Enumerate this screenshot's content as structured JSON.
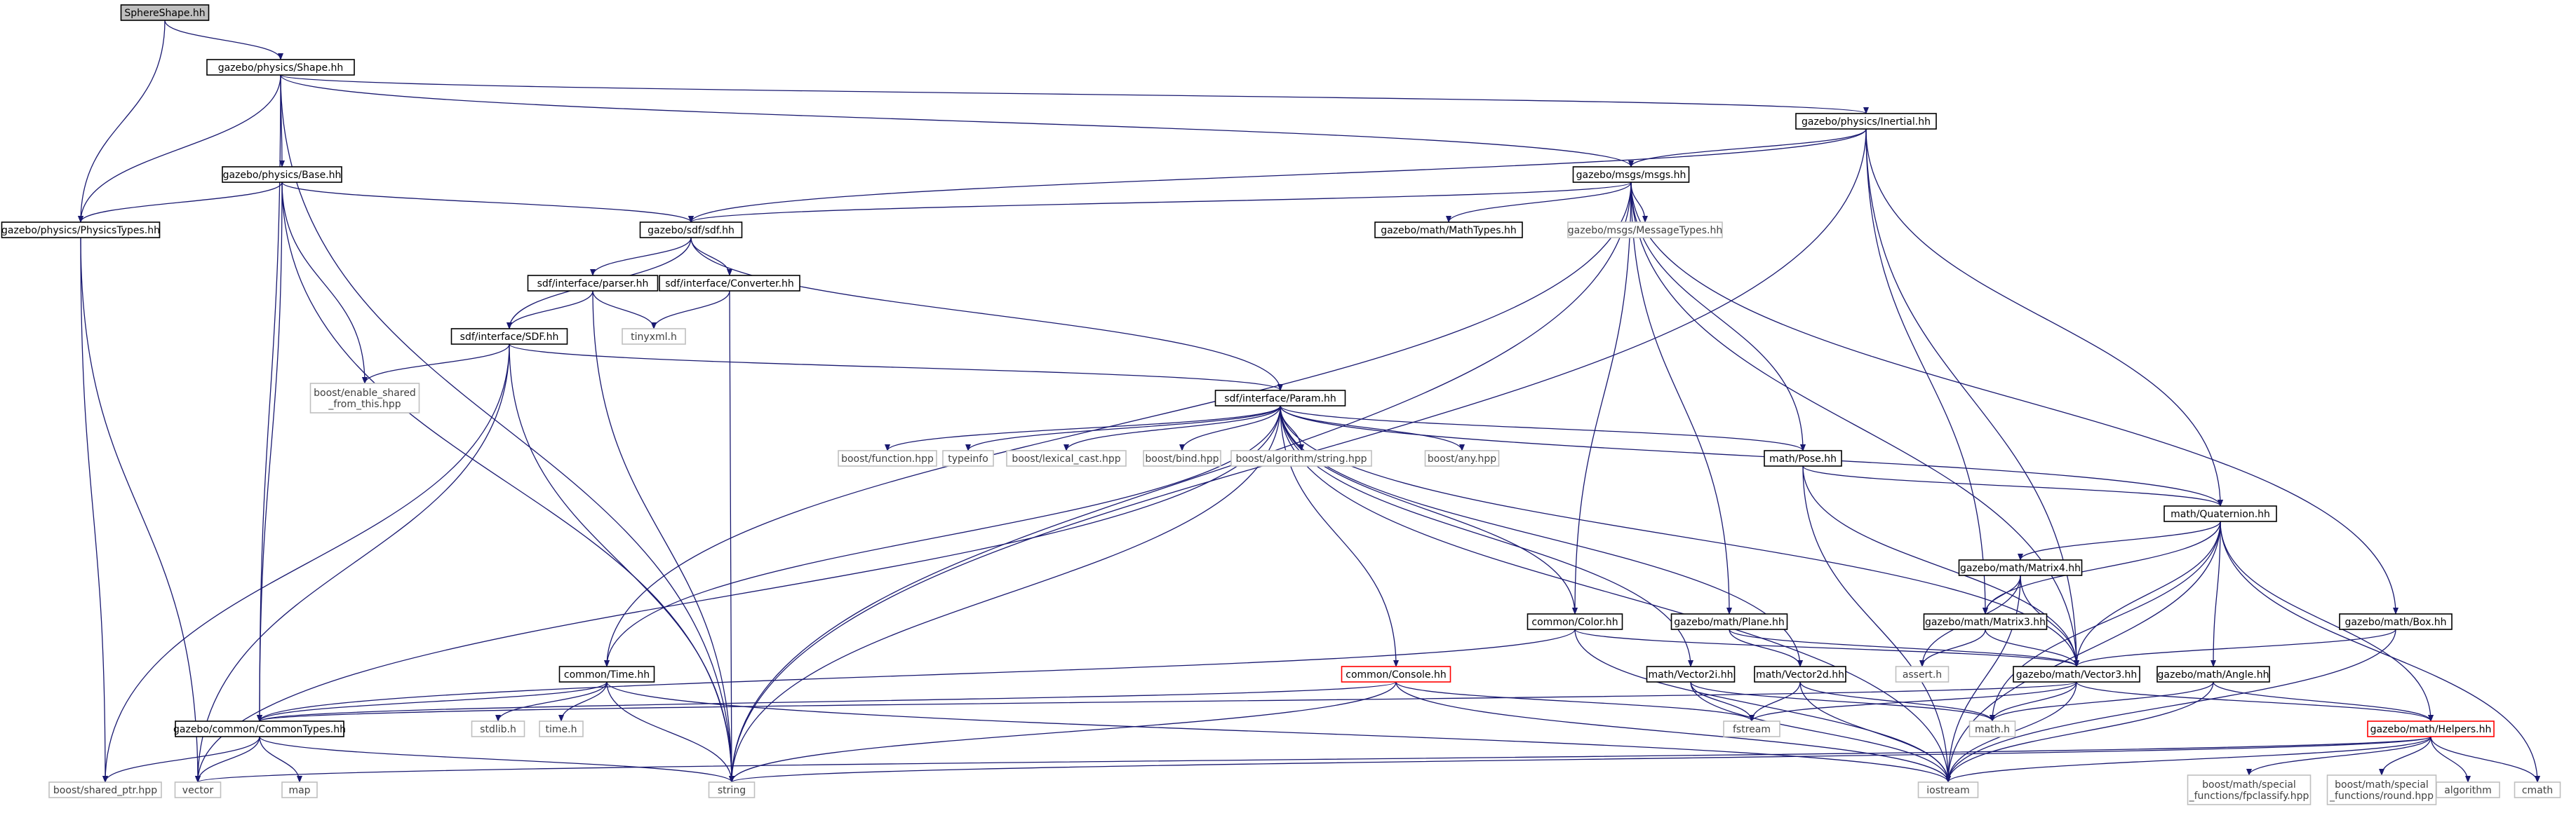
{
  "colors": {
    "edge": "#191970",
    "normal_border": "#000000",
    "root_fill": "#bfbfbf",
    "missing_border": "#bfbfbf",
    "truncated_border": "#ff0000"
  },
  "nodes": {
    "sphereshape": {
      "label": "SphereShape.hh",
      "kind": "root"
    },
    "shape": {
      "label": "gazebo/physics/Shape.hh",
      "kind": "normal"
    },
    "physicstypes": {
      "label": "gazebo/physics/PhysicsTypes.hh",
      "kind": "normal"
    },
    "base": {
      "label": "gazebo/physics/Base.hh",
      "kind": "normal"
    },
    "inertial": {
      "label": "gazebo/physics/Inertial.hh",
      "kind": "normal"
    },
    "msgs": {
      "label": "gazebo/msgs/msgs.hh",
      "kind": "normal"
    },
    "sdf": {
      "label": "gazebo/sdf/sdf.hh",
      "kind": "normal"
    },
    "mathtypes": {
      "label": "gazebo/math/MathTypes.hh",
      "kind": "normal"
    },
    "messagetypes": {
      "label": "gazebo/msgs/MessageTypes.hh",
      "kind": "missing"
    },
    "parser": {
      "label": "sdf/interface/parser.hh",
      "kind": "normal"
    },
    "converter": {
      "label": "sdf/interface/Converter.hh",
      "kind": "normal"
    },
    "tinyxml": {
      "label": "tinyxml.h",
      "kind": "missing"
    },
    "sdfh": {
      "label": "sdf/interface/SDF.hh",
      "kind": "normal"
    },
    "enable_shared": {
      "label": "boost/enable_shared\n_from_this.hpp",
      "kind": "missing"
    },
    "param": {
      "label": "sdf/interface/Param.hh",
      "kind": "normal"
    },
    "function": {
      "label": "boost/function.hpp",
      "kind": "missing"
    },
    "typeinfo": {
      "label": "typeinfo",
      "kind": "missing"
    },
    "lexical": {
      "label": "boost/lexical_cast.hpp",
      "kind": "missing"
    },
    "bind": {
      "label": "boost/bind.hpp",
      "kind": "missing"
    },
    "algstring": {
      "label": "boost/algorithm/string.hpp",
      "kind": "missing"
    },
    "any": {
      "label": "boost/any.hpp",
      "kind": "missing"
    },
    "pose": {
      "label": "math/Pose.hh",
      "kind": "normal"
    },
    "quaternion": {
      "label": "math/Quaternion.hh",
      "kind": "normal"
    },
    "matrix4": {
      "label": "gazebo/math/Matrix4.hh",
      "kind": "normal"
    },
    "matrix3": {
      "label": "gazebo/math/Matrix3.hh",
      "kind": "normal"
    },
    "plane": {
      "label": "gazebo/math/Plane.hh",
      "kind": "normal"
    },
    "color": {
      "label": "common/Color.hh",
      "kind": "normal"
    },
    "boxh": {
      "label": "gazebo/math/Box.hh",
      "kind": "normal"
    },
    "vector3": {
      "label": "gazebo/math/Vector3.hh",
      "kind": "normal"
    },
    "asserth": {
      "label": "assert.h",
      "kind": "missing"
    },
    "angle": {
      "label": "gazebo/math/Angle.hh",
      "kind": "normal"
    },
    "timeh": {
      "label": "common/Time.hh",
      "kind": "normal"
    },
    "console": {
      "label": "common/Console.hh",
      "kind": "truncated"
    },
    "vector2i": {
      "label": "math/Vector2i.hh",
      "kind": "normal"
    },
    "vector2d": {
      "label": "math/Vector2d.hh",
      "kind": "normal"
    },
    "helpers": {
      "label": "gazebo/math/Helpers.hh",
      "kind": "truncated"
    },
    "commontypes": {
      "label": "gazebo/common/CommonTypes.hh",
      "kind": "normal"
    },
    "stdlib": {
      "label": "stdlib.h",
      "kind": "missing"
    },
    "time_h": {
      "label": "time.h",
      "kind": "missing"
    },
    "fstream": {
      "label": "fstream",
      "kind": "missing"
    },
    "mathh": {
      "label": "math.h",
      "kind": "missing"
    },
    "shared_ptr": {
      "label": "boost/shared_ptr.hpp",
      "kind": "missing"
    },
    "vector": {
      "label": "vector",
      "kind": "missing"
    },
    "map": {
      "label": "map",
      "kind": "missing"
    },
    "string": {
      "label": "string",
      "kind": "missing"
    },
    "iostream": {
      "label": "iostream",
      "kind": "missing"
    },
    "fpclassify": {
      "label": "boost/math/special\n_functions/fpclassify.hpp",
      "kind": "missing"
    },
    "round": {
      "label": "boost/math/special\n_functions/round.hpp",
      "kind": "missing"
    },
    "algorithm": {
      "label": "algorithm",
      "kind": "missing"
    },
    "cmath": {
      "label": "cmath",
      "kind": "missing"
    }
  },
  "edges": [
    [
      "sphereshape",
      "shape"
    ],
    [
      "sphereshape",
      "physicstypes"
    ],
    [
      "shape",
      "physicstypes"
    ],
    [
      "shape",
      "base"
    ],
    [
      "shape",
      "inertial"
    ],
    [
      "shape",
      "msgs"
    ],
    [
      "shape",
      "commontypes"
    ],
    [
      "shape",
      "string"
    ],
    [
      "physicstypes",
      "shared_ptr"
    ],
    [
      "physicstypes",
      "vector"
    ],
    [
      "base",
      "physicstypes"
    ],
    [
      "base",
      "sdf"
    ],
    [
      "base",
      "enable_shared"
    ],
    [
      "base",
      "commontypes"
    ],
    [
      "base",
      "string"
    ],
    [
      "inertial",
      "msgs"
    ],
    [
      "inertial",
      "sdf"
    ],
    [
      "inertial",
      "quaternion"
    ],
    [
      "inertial",
      "matrix3"
    ],
    [
      "inertial",
      "vector3"
    ],
    [
      "inertial",
      "string"
    ],
    [
      "msgs",
      "sdf"
    ],
    [
      "msgs",
      "mathtypes"
    ],
    [
      "msgs",
      "messagetypes"
    ],
    [
      "msgs",
      "pose"
    ],
    [
      "msgs",
      "plane"
    ],
    [
      "msgs",
      "color"
    ],
    [
      "msgs",
      "boxh"
    ],
    [
      "msgs",
      "vector3"
    ],
    [
      "msgs",
      "timeh"
    ],
    [
      "msgs",
      "string"
    ],
    [
      "sdf",
      "parser"
    ],
    [
      "sdf",
      "converter"
    ],
    [
      "sdf",
      "sdfh"
    ],
    [
      "sdf",
      "param"
    ],
    [
      "parser",
      "sdfh"
    ],
    [
      "parser",
      "tinyxml"
    ],
    [
      "parser",
      "string"
    ],
    [
      "converter",
      "tinyxml"
    ],
    [
      "converter",
      "string"
    ],
    [
      "sdfh",
      "param"
    ],
    [
      "sdfh",
      "enable_shared"
    ],
    [
      "sdfh",
      "shared_ptr"
    ],
    [
      "sdfh",
      "vector"
    ],
    [
      "sdfh",
      "string"
    ],
    [
      "param",
      "function"
    ],
    [
      "param",
      "typeinfo"
    ],
    [
      "param",
      "lexical"
    ],
    [
      "param",
      "bind"
    ],
    [
      "param",
      "algstring"
    ],
    [
      "param",
      "any"
    ],
    [
      "param",
      "pose"
    ],
    [
      "param",
      "quaternion"
    ],
    [
      "param",
      "color"
    ],
    [
      "param",
      "vector3"
    ],
    [
      "param",
      "vector2i"
    ],
    [
      "param",
      "vector2d"
    ],
    [
      "param",
      "timeh"
    ],
    [
      "param",
      "console"
    ],
    [
      "param",
      "string"
    ],
    [
      "param",
      "vector"
    ],
    [
      "param",
      "iostream"
    ],
    [
      "pose",
      "quaternion"
    ],
    [
      "pose",
      "vector3"
    ],
    [
      "pose",
      "iostream"
    ],
    [
      "quaternion",
      "matrix4"
    ],
    [
      "quaternion",
      "matrix3"
    ],
    [
      "quaternion",
      "vector3"
    ],
    [
      "quaternion",
      "angle"
    ],
    [
      "quaternion",
      "helpers"
    ],
    [
      "quaternion",
      "mathh"
    ],
    [
      "quaternion",
      "iostream"
    ],
    [
      "quaternion",
      "cmath"
    ],
    [
      "matrix4",
      "matrix3"
    ],
    [
      "matrix4",
      "vector3"
    ],
    [
      "matrix4",
      "asserth"
    ],
    [
      "matrix4",
      "iostream"
    ],
    [
      "matrix3",
      "vector3"
    ],
    [
      "matrix3",
      "asserth"
    ],
    [
      "plane",
      "vector3"
    ],
    [
      "plane",
      "vector2d"
    ],
    [
      "color",
      "commontypes"
    ],
    [
      "color",
      "vector3"
    ],
    [
      "color",
      "iostream"
    ],
    [
      "boxh",
      "vector3"
    ],
    [
      "boxh",
      "iostream"
    ],
    [
      "vector3",
      "helpers"
    ],
    [
      "vector3",
      "commontypes"
    ],
    [
      "vector3",
      "mathh"
    ],
    [
      "vector3",
      "fstream"
    ],
    [
      "vector3",
      "iostream"
    ],
    [
      "angle",
      "helpers"
    ],
    [
      "angle",
      "mathh"
    ],
    [
      "angle",
      "iostream"
    ],
    [
      "timeh",
      "commontypes"
    ],
    [
      "timeh",
      "stdlib"
    ],
    [
      "timeh",
      "time_h"
    ],
    [
      "timeh",
      "string"
    ],
    [
      "timeh",
      "iostream"
    ],
    [
      "console",
      "commontypes"
    ],
    [
      "console",
      "fstream"
    ],
    [
      "console",
      "string"
    ],
    [
      "console",
      "iostream"
    ],
    [
      "vector2i",
      "mathh"
    ],
    [
      "vector2i",
      "fstream"
    ],
    [
      "vector2i",
      "iostream"
    ],
    [
      "vector2d",
      "mathh"
    ],
    [
      "vector2d",
      "fstream"
    ],
    [
      "vector2d",
      "iostream"
    ],
    [
      "helpers",
      "fpclassify"
    ],
    [
      "helpers",
      "round"
    ],
    [
      "helpers",
      "algorithm"
    ],
    [
      "helpers",
      "cmath"
    ],
    [
      "helpers",
      "string"
    ],
    [
      "helpers",
      "vector"
    ],
    [
      "helpers",
      "iostream"
    ],
    [
      "commontypes",
      "shared_ptr"
    ],
    [
      "commontypes",
      "vector"
    ],
    [
      "commontypes",
      "map"
    ],
    [
      "commontypes",
      "string"
    ]
  ]
}
